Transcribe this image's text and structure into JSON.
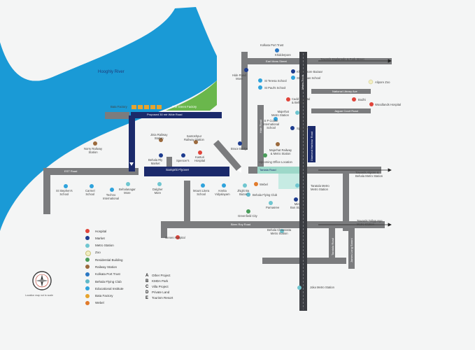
{
  "river": {
    "label": "Hooghly River"
  },
  "roads": {
    "flyover": "Sampriti Flyover",
    "white_road": "Proposed 30 mtr Wide Road",
    "est_road": "EST Road",
    "earl_mons": "Earl Mons Street",
    "jaguar_court": "Jaguar Court Road",
    "national_library": "National Library Ave",
    "tantala": "Tantala Road",
    "biren_roy": "Biren Roy Road",
    "metro_track": "Metro Track",
    "james_long": "James Long Sarani",
    "taratala": "Taratala Road",
    "diamond_harbour": "Diamond Harbour Road",
    "hide_road_lbl": "Hide Road",
    "new_alipore": "New Alipore Road"
  },
  "places": {
    "kolkata_port_trust": "Kolkata Port Trust",
    "khidderpore": "Khidderpore",
    "kidderpore_bazaar": "Khiddersore Bazaar",
    "st_thomas": "St Thomas School",
    "alipore_zoo": "Alipore Zoo",
    "hide_road_more": "Hide Road\nMore",
    "st_teresa": "St Teresa School",
    "st_pauls": "St Paul's School",
    "calcutta_hospital": "Cadd Hospital\n& Bell time",
    "bodhi": "Bodhi",
    "woodlands": "Woodlands Hospital",
    "majerhat_metro": "Majerhat\nMetro Station",
    "sp_cooke": "S P Cooke\nInternational\nSchool",
    "spencers_top": "Spencer's",
    "bata_factory": "Bata Factory",
    "the_green_factory": "The Green Factory",
    "garden_reach_stn": "Norry Railway\nStation",
    "jinia_rly": "Jinia Railway\nStation",
    "santoshpur_rly": "Santoshpur\nRailway Station",
    "brace_bridge": "Brace Bridge",
    "btm_stadium": "Behala Rly\nMarket",
    "spencers_mid": "Spencer's",
    "kasturi": "Kasturi\nHospital",
    "majerhat_rly": "Majerhat Railway\n& Metro Station",
    "upcoming": "Upcoming Office Location",
    "st_stephens": "St Stephen's\nSchool",
    "carmel": "Carmel\nSchool",
    "techno": "Techno\nInternational",
    "behalanagar": "Behalanagar\nMore",
    "daspara": "Dalgher\nMore",
    "mount_litera": "Mount Litera\nSchool",
    "amrita": "Amrita\nVidyalayam",
    "jinjiraj": "Jhighi Ba\nBazar",
    "webel": "Webel",
    "behala_flying": "Behala Flying Club",
    "parnashree": "Parnasree",
    "mint": "Mint\nBus Stand",
    "taratala_metro": "Taratala Metro\nMetro Station",
    "greenfield": "Greenfield City",
    "behala_chowrasta": "Behala Chowrasta\nMetro Station",
    "genes": "Genes Hospital",
    "joka_metro": "Joka Metro Station",
    "towards_esplanade": "Towards Esplanade & Park Street",
    "towards_alipore": "Towards Alipore &\nBehala Metro Station",
    "towards_tollygunge": "Towards Tollygunge\nMetro Station"
  },
  "legend": {
    "items": [
      {
        "label": "Hospital",
        "color": "#e0443a"
      },
      {
        "label": "Market",
        "color": "#1d3c8f"
      },
      {
        "label": "Metro Station",
        "color": "#6fc6d0"
      },
      {
        "label": "Zoo",
        "color": "#f1eec4"
      },
      {
        "label": "Residential Building",
        "color": "#4a9d5b"
      },
      {
        "label": "Railway Station",
        "color": "#9b6a3d"
      },
      {
        "label": "Kolkata Port Trust",
        "color": "#2b78c4"
      },
      {
        "label": "Behala Flying Club",
        "color": "#5fb9c9"
      },
      {
        "label": "Educational Institute",
        "color": "#2fa3dc"
      },
      {
        "label": "Bata Factory",
        "color": "#e6a42e"
      },
      {
        "label": "Webel",
        "color": "#e17b2b"
      }
    ],
    "projects": [
      {
        "letter": "A",
        "label": "Other Project"
      },
      {
        "letter": "B",
        "label": "KMDA Park"
      },
      {
        "letter": "C",
        "label": "Villa Project"
      },
      {
        "letter": "D",
        "label": "Private Land"
      },
      {
        "letter": "E",
        "label": "Tourism Resort"
      }
    ]
  },
  "compass": {
    "caption": "Location map not to scale"
  }
}
